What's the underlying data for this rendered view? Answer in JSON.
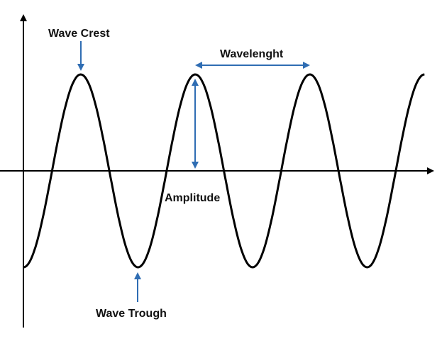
{
  "labels": {
    "crest": "Wave Crest",
    "wavelength": "Wavelenght",
    "amplitude": "Amplitude",
    "trough": "Wave Trough"
  },
  "colors": {
    "wave": "#000000",
    "axes": "#000000",
    "annotation_arrow": "#2f6db3"
  },
  "wave": {
    "cycles": 3.5,
    "start_phase": "trough"
  }
}
